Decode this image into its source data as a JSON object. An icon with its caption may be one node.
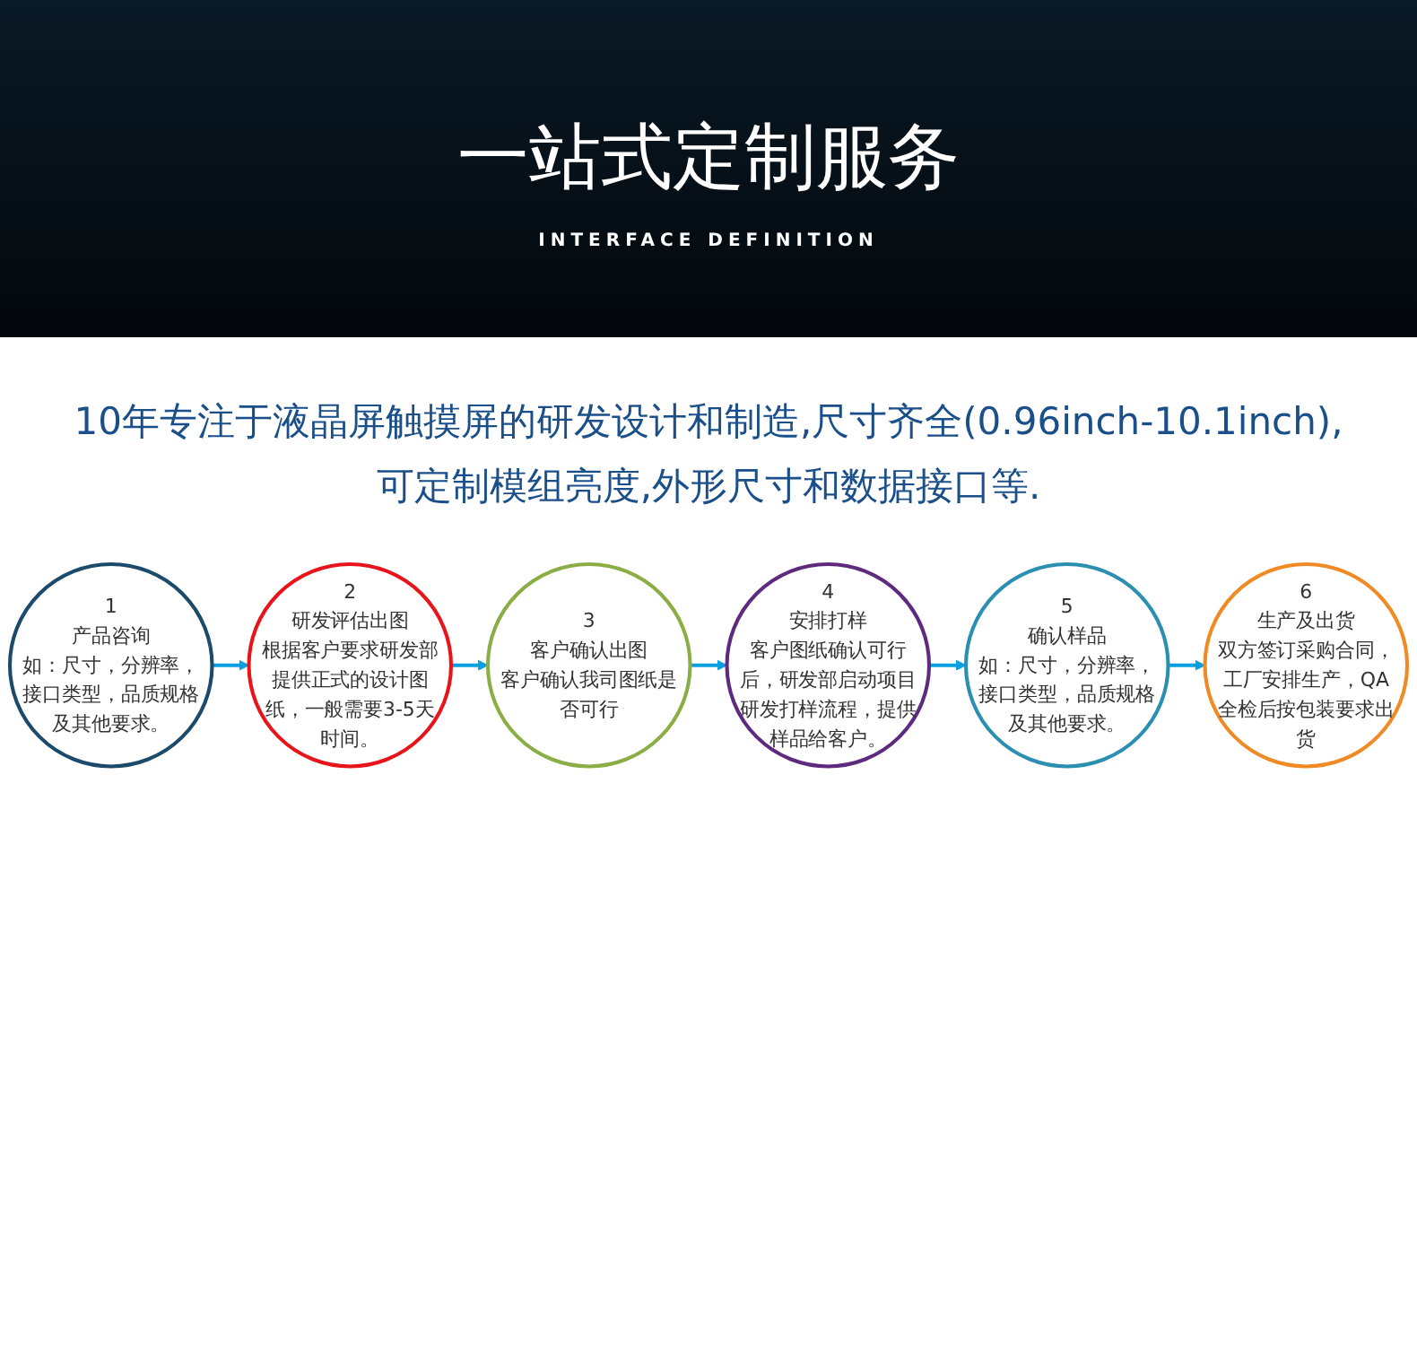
{
  "diagram": {
    "title": "一站式定制服务",
    "nodes": [
      {
        "text": [
          "1",
          "产品咨询",
          "如：尺寸，分辨率，接口类型，品质规格及其他要求。"
        ]
      },
      {
        "text": [
          "2",
          "研发评估出图",
          "根据客户要求研发部提供正式的设计图纸，一般需要3-5天时间。"
        ]
      },
      {
        "text": [
          "3",
          "客户确认出图",
          "客户确认我司图纸是否可行"
        ]
      },
      {
        "text": [
          "4",
          "安排打样",
          "客户图纸确认可行后，研发部启动项目研发打样流程，提供样品给客户。"
        ]
      },
      {
        "text": [
          "5",
          "确认样品",
          "如：尺寸，分辨率，接口类型，品质规格及其他要求。"
        ]
      },
      {
        "text": [
          "6",
          "生产及出货",
          "双方签订采购合同，工厂安排生产，QA全检后按包装要求出货"
        ]
      }
    ],
    "edges": [
      {
        "from": 0,
        "to": 1,
        "arrow": "to"
      },
      {
        "from": 1,
        "to": 2,
        "arrow": "to"
      },
      {
        "from": 2,
        "to": 3,
        "arrow": "to"
      },
      {
        "from": 3,
        "to": 4,
        "arrow": "to"
      },
      {
        "from": 4,
        "to": 5,
        "arrow": "to"
      }
    ],
    "labels": [
      "INTERFACE DEFINITION",
      "10年专注于液晶屏触摸屏的研发设计和制造,尺寸齐全(0.96inch-10.1inch),可定制模组亮度,外形尺寸和数据接口等."
    ]
  }
}
